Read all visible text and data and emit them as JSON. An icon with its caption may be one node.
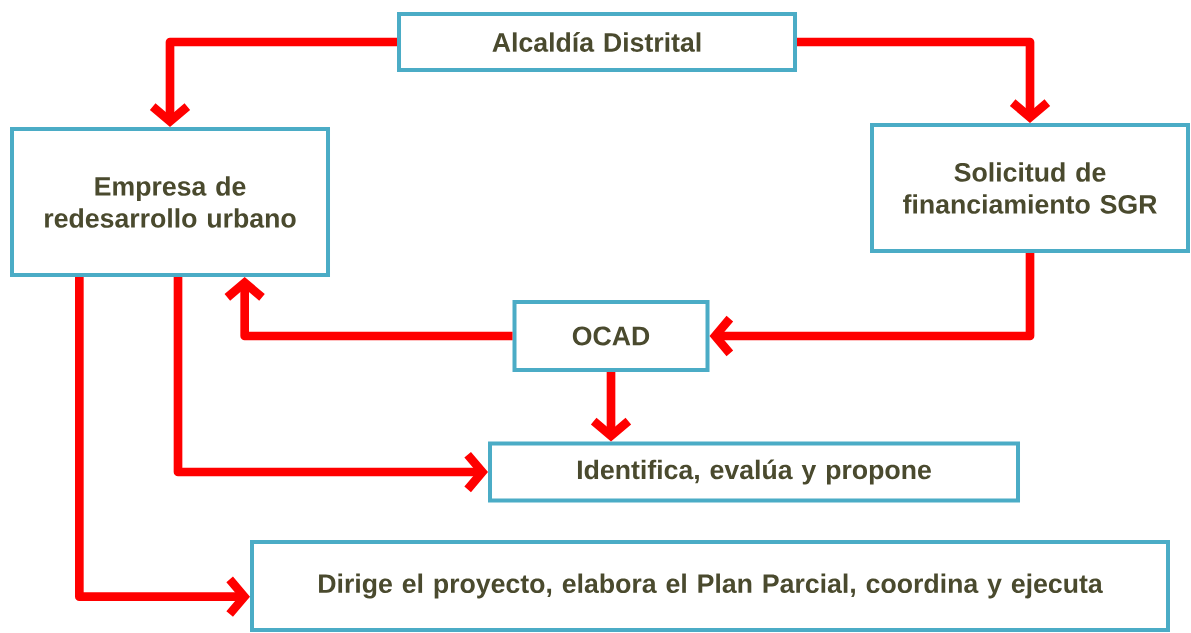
{
  "diagram": {
    "nodes": [
      {
        "text": [
          "Alcaldía Distrital"
        ]
      },
      {
        "text": [
          "Empresa de redesarrollo urbano"
        ]
      },
      {
        "text": [
          "Solicitud de financiamiento SGR"
        ]
      },
      {
        "text": [
          "OCAD"
        ]
      },
      {
        "text": [
          "Identifica, evalúa y propone"
        ]
      },
      {
        "text": [
          "Dirige el proyecto, elabora el Plan Parcial, coordina y ejecuta"
        ]
      }
    ],
    "edges": [
      {
        "from": 0,
        "to": 1,
        "arrow": "to"
      },
      {
        "from": 0,
        "to": 2,
        "arrow": "to"
      },
      {
        "from": 2,
        "to": 3,
        "arrow": "to"
      },
      {
        "from": 3,
        "to": 1,
        "arrow": "to"
      },
      {
        "from": 3,
        "to": 4,
        "arrow": "to"
      },
      {
        "from": 1,
        "to": 4,
        "arrow": "to"
      },
      {
        "from": 1,
        "to": 5,
        "arrow": "to"
      }
    ]
  }
}
